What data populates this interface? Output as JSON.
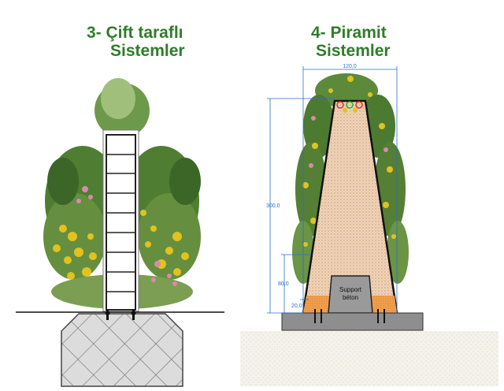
{
  "diagram": {
    "left_panel": {
      "title_line1": "3- Çift taraflı",
      "title_line2": "Sistemler"
    },
    "right_panel": {
      "title_line1": "4- Piramit",
      "title_line2": "Sistemler",
      "dimensions": {
        "top_width": "120,0",
        "height_total": "300,0",
        "height_lower": "80,0",
        "height_base": "20,0"
      },
      "support_label_line1": "Support",
      "support_label_line2": "béton"
    }
  },
  "colors": {
    "title": "#2f7d2a",
    "dimension_lines": "#2a6fd0",
    "foliage_dark": "#3e6b2a",
    "foliage_light": "#7fa54b",
    "flower_yellow": "#e0c020",
    "flower_pink": "#d88aa8",
    "pyramid_fill": "#e8c2a0",
    "concrete": "#9a9a9a"
  }
}
